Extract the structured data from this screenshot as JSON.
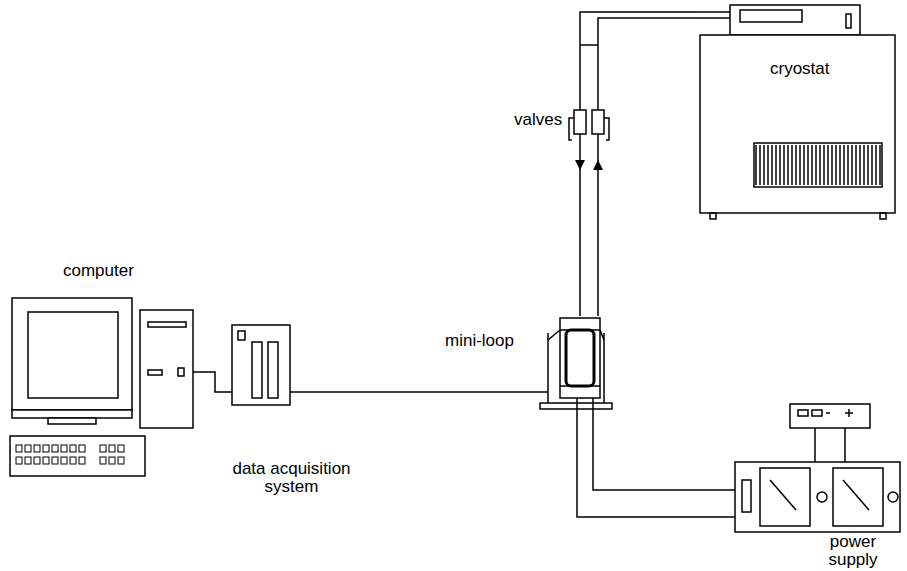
{
  "diagram": {
    "nodes": [
      {
        "text": [
          "computer"
        ]
      },
      {
        "text": [
          "data acquisition system"
        ]
      },
      {
        "text": [
          "mini-loop"
        ]
      },
      {
        "text": [
          "cryostat"
        ]
      },
      {
        "text": [
          "power supply"
        ]
      }
    ],
    "edges": [
      {
        "from": 0,
        "to": 1,
        "arrow": "none"
      },
      {
        "from": 1,
        "to": 2,
        "arrow": "none"
      },
      {
        "from": 3,
        "to": 2,
        "arrow": "to"
      },
      {
        "from": 2,
        "to": 3,
        "arrow": "to"
      },
      {
        "from": 2,
        "to": 4,
        "arrow": "none"
      },
      {
        "from": 2,
        "to": 4,
        "arrow": "none"
      }
    ],
    "labels": [
      "valves"
    ]
  }
}
